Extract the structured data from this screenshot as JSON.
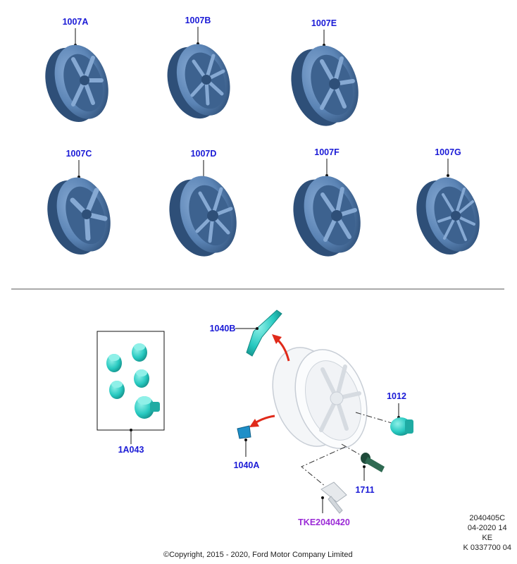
{
  "colors": {
    "label": "#1a1ad6",
    "label_special": "#9b2ad6",
    "wheel_fill": "#5b84b5",
    "wheel_dark": "#2e4f78",
    "teal": "#27c9c0",
    "arrow": "#e02a1a"
  },
  "wheels": [
    {
      "label": "1007A"
    },
    {
      "label": "1007B"
    },
    {
      "label": "1007E"
    },
    {
      "label": "1007C"
    },
    {
      "label": "1007D"
    },
    {
      "label": "1007F"
    },
    {
      "label": "1007G"
    }
  ],
  "parts": {
    "lug_nut_kit": "1A043",
    "weight_top": "1040B",
    "weight_bottom": "1040A",
    "lug_nut": "1012",
    "valve": "1711",
    "tpms_sensor": "TKE2040420"
  },
  "footer": {
    "copyright": "©Copyright, 2015 - 2020, Ford Motor Company Limited",
    "meta_lines": [
      "2040405C",
      "04-2020 14",
      "KE",
      "K 0337700 04"
    ]
  }
}
